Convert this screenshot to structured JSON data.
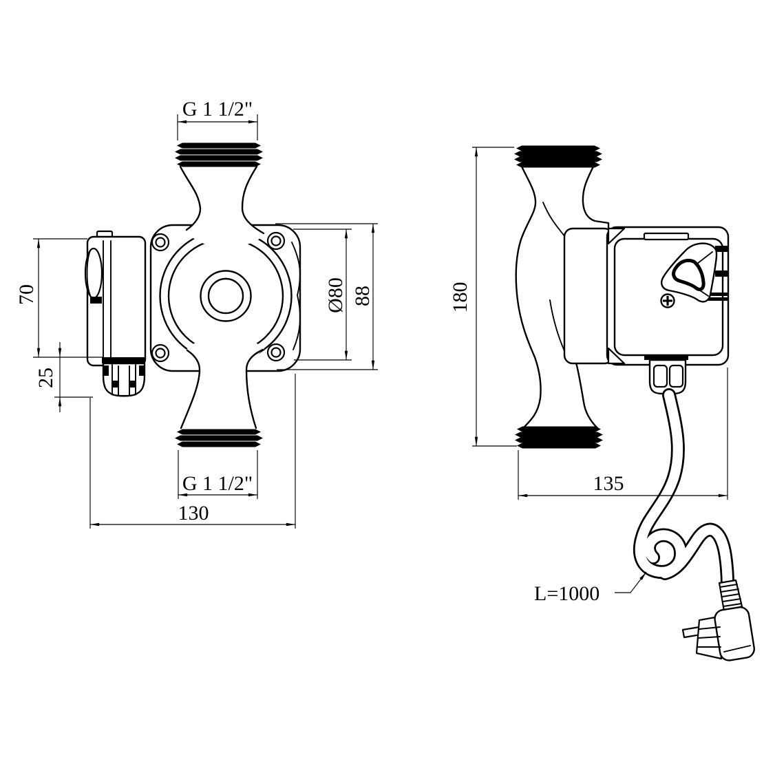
{
  "drawing": {
    "background": "#ffffff",
    "line_color": "#000000",
    "front_view": {
      "name": "pump front view",
      "dims": {
        "top_thread": "G 1 1/2\"",
        "bottom_thread": "G 1 1/2\"",
        "terminal_box_height": "70",
        "cable_gland_height": "25",
        "motor_diameter": "Ø80",
        "flange_height": "88",
        "overall_width": "130"
      }
    },
    "side_view": {
      "name": "pump side view",
      "dims": {
        "overall_height": "180",
        "overall_depth": "135",
        "cable_length": "L=1000"
      }
    }
  }
}
